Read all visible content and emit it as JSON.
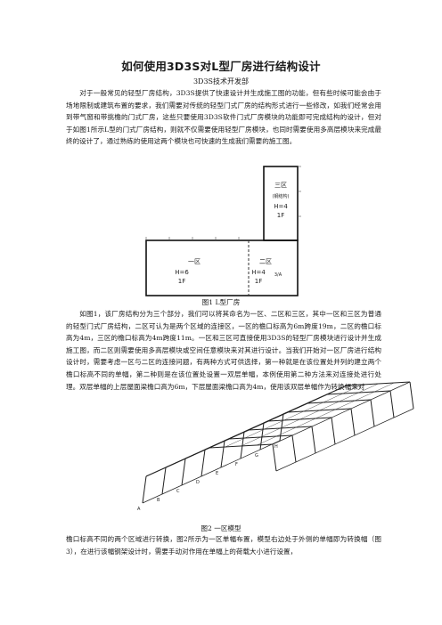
{
  "doc": {
    "title": "如何使用3D3S对L型厂房进行结构设计",
    "department": "3D3S技术开发部",
    "paragraph1": "对于一般常见的轻型厂房结构，3D3S提供了快速设计并生成施工图的功能，但有些时候可能会由于场地限制或建筑布置的要求，我们需要对传统的轻型门式厂房的结构形式进行一些修改，如我们经常会用到带气窗和带挑檐的门式厂房，这些只要使用3D3S软件门式厂房模块的功能即可完成结构的设计，但对于如图1所示L型的门式厂房结构，则就不仅需要使用轻型厂房模块，也同时需要使用多高层模块来完成最终的设计了，通过熟练的使用这两个模块也可快速的生成我们需要的施工图。",
    "figure1_caption": "图1 L型厂房",
    "paragraph2": "如图1，该厂房结构分为三个部分，我们可以将其命名为一区、二区和三区，其中一区和三区为普通的轻型门式厂房结构，二区可认为是两个区域的连接区，一区的檐口标高为6m跨度19m，二区的檐口标高为4m，三区的檐口标高为4m跨度11m。一区和三区可直接使用3D3S的轻型厂房模块进行设计并生成施工图，而二区则需要使用多高层模块或空间任意模块来对其进行设计。当我们开始对一区厂房进行结构设计时，需要考虑一区与二区的连接问题，有两种方式可供选择，第一种就是在该位置处并列的建立两个檐口标高不同的单幅，第二种则是在该位置处设置一双层单幅，本例使用第二种方法来对连接处进行处理。双层单幅的上层屋面梁檐口高为6m，下层屋面梁檐口高为4m，使用该双层单幅作为转换幅来对",
    "figure2_caption": "图2 一区模型",
    "paragraph3": "檐口标高不同的两个区域进行转换，图2所示为一区单幅布置，模型右边处于外侧的单幅即为转换幅（图3），在进行该幅钢架设计时，需要手动对作用在单幅上的荷载大小进行设置，"
  },
  "figure1": {
    "zone1_name": "一区",
    "zone1_height": "H=6",
    "zone1_floor": "1F",
    "zone2_name": "二区",
    "zone2_height": "H=4",
    "zone2_floor": "1F",
    "zone3_name": "三区",
    "zone3_height": "H=4",
    "zone3_floor": "1F",
    "zone3_note": "(钢结构)",
    "zone2_note": "3/A"
  },
  "figure2": {
    "frame_count": 8,
    "axis_labels": [
      "A",
      "B",
      "C",
      "D",
      "E",
      "F",
      "G",
      "H"
    ]
  }
}
